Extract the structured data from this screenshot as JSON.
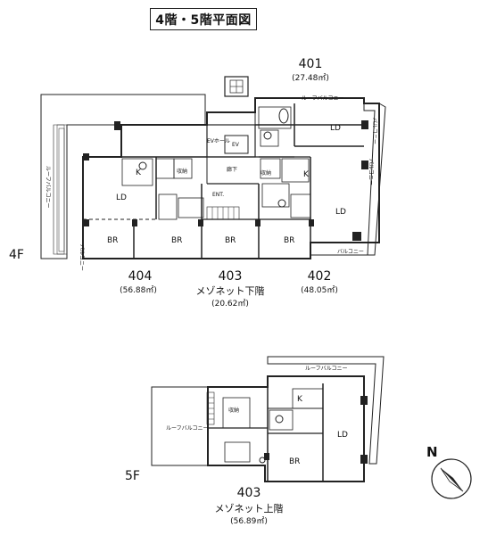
{
  "title": "4階・5階平面図",
  "floor4": {
    "floor_label": "4F",
    "units": {
      "u401": {
        "number": "401",
        "area": "(27.48㎡)"
      },
      "u402": {
        "number": "402",
        "area": "(48.05㎡)"
      },
      "u403": {
        "number": "403",
        "name": "メゾネット下階",
        "area": "(20.62㎡)"
      },
      "u404": {
        "number": "404",
        "area": "(56.88㎡)"
      }
    },
    "rooms": {
      "ld_401": "LD",
      "ld_402": "LD",
      "ld_404": "LD",
      "k_402": "K",
      "k_404": "K",
      "br_404": "BR",
      "br_403a": "BR",
      "br_403b": "BR",
      "br_402": "BR",
      "ev_hall": "EVホール",
      "ev": "EV",
      "corridor": "廊下",
      "ent": "ENT.",
      "roof_balcony_top": "ルーフバルコニー",
      "roof_balcony_left": "ルーフバルコニー",
      "balcony_bottom": "バルコニー",
      "balcony_side_a": "バルコニー",
      "balcony_side_b": "バルコニー",
      "balcony_404": "バルコニー",
      "storage": "収納",
      "storage2": "収納"
    }
  },
  "floor5": {
    "floor_label": "5F",
    "unit": {
      "number": "403",
      "name": "メゾネット上階",
      "area": "(56.89㎡)"
    },
    "rooms": {
      "roof_balcony_top": "ルーフバルコニー",
      "roof_balcony_left": "ルーフバルコニー",
      "k": "K",
      "ld": "LD",
      "br": "BR",
      "storage": "収納"
    }
  },
  "compass": {
    "letter": "N"
  }
}
